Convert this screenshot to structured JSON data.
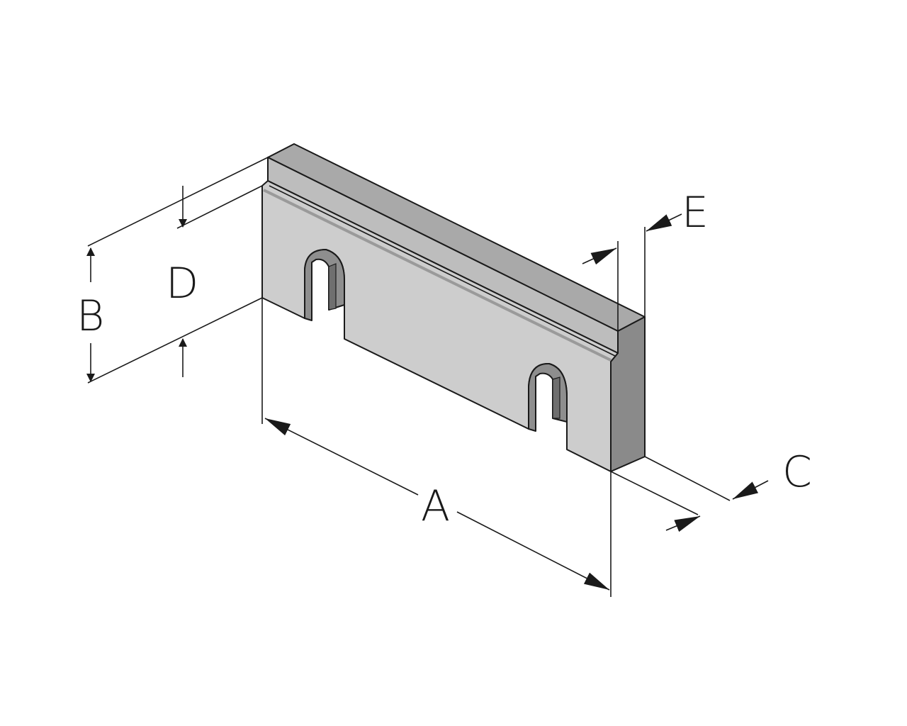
{
  "diagram": {
    "dimension_labels": {
      "a": "A",
      "b": "B",
      "c": "C",
      "d": "D",
      "e": "E"
    },
    "colors": {
      "background": "#ffffff",
      "front_face": "#cdcdcd",
      "top_face": "#a9a9a9",
      "top_lip": "#bdbdbd",
      "end_face": "#8a8a8a",
      "cutout_inner": "#8e8e8e",
      "cutout_shadow": "#6f6f6f",
      "groove": "#9a9a9a",
      "lines": "#1a1a1a"
    }
  }
}
